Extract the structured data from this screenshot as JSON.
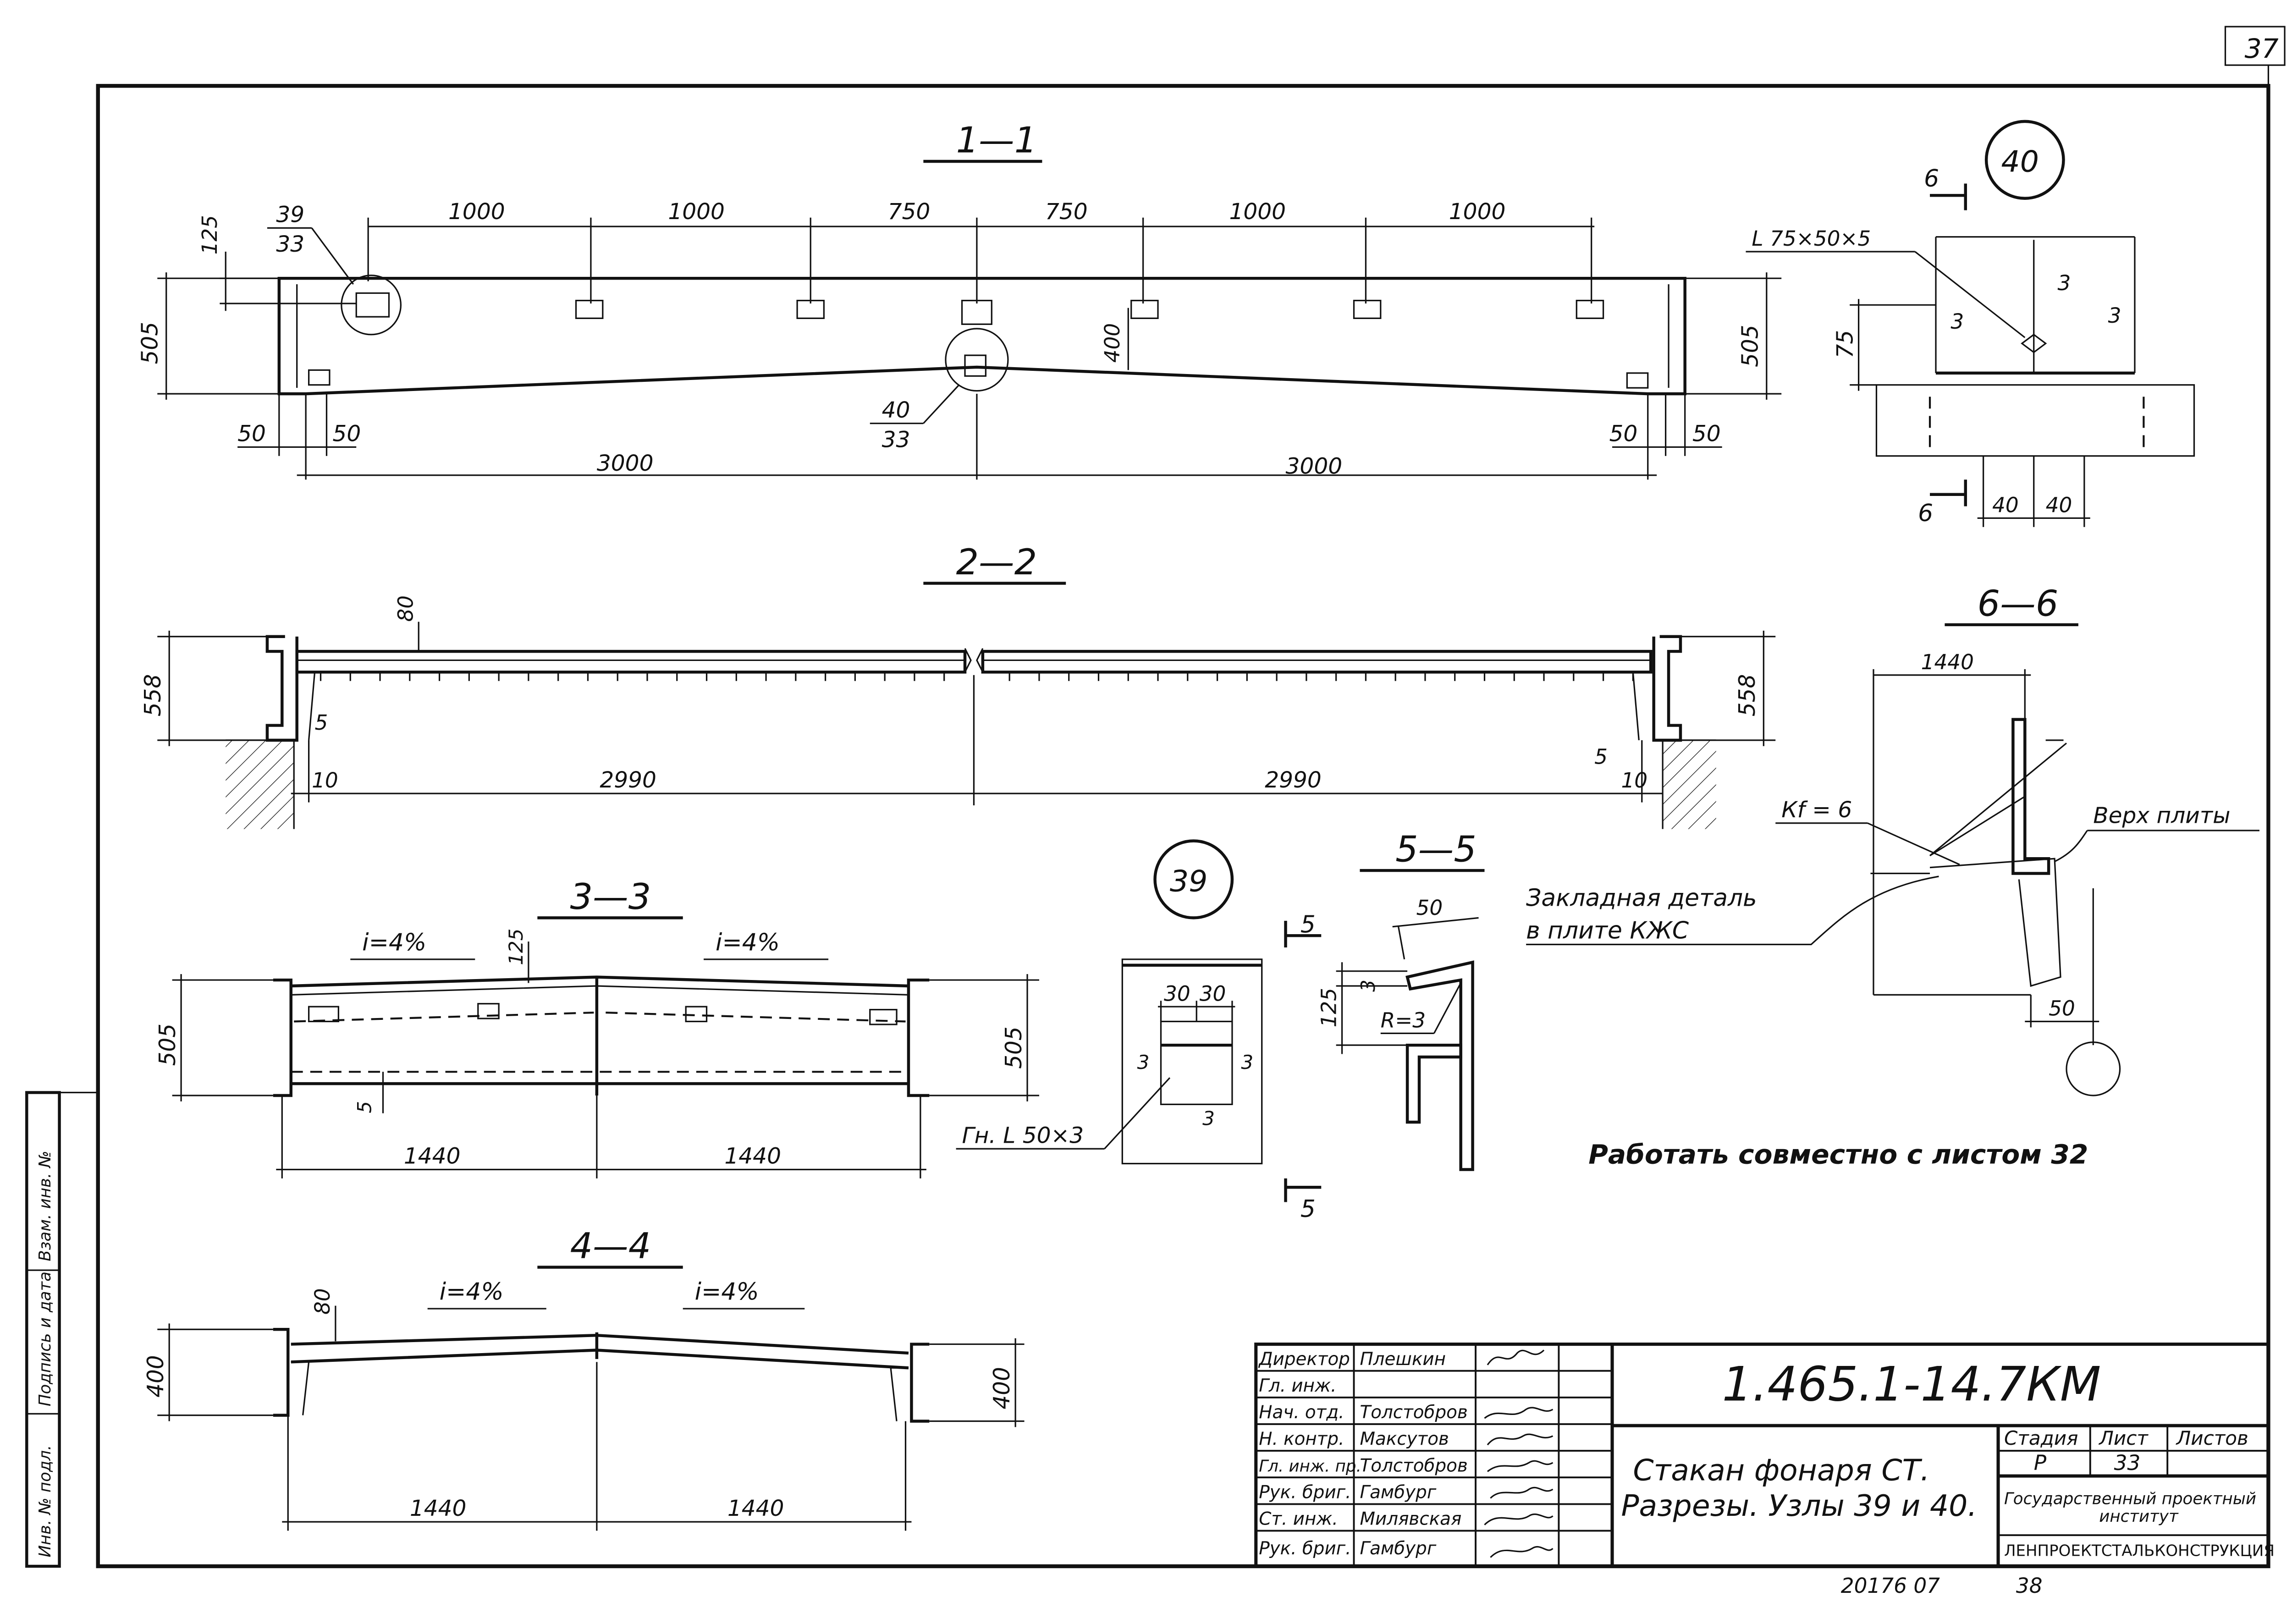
{
  "sheet": {
    "corner_number": "37",
    "work_together_note": "Работать совместно с листом 32"
  },
  "section_1_1": {
    "title": "1—1",
    "top_dims": [
      "1000",
      "1000",
      "750",
      "750",
      "1000",
      "1000"
    ],
    "height_left": "505",
    "height_right": "505",
    "offset_125": "125",
    "mid_height": "400",
    "node_39_ref": "39",
    "node_39_sheet": "33",
    "node_40_ref": "40",
    "node_40_sheet": "33",
    "edge_50_a": "50",
    "edge_50_b": "50",
    "edge_50_c": "50",
    "edge_50_d": "50",
    "span_left": "3000",
    "span_right": "3000"
  },
  "section_2_2": {
    "title": "2—2",
    "dim_80": "80",
    "height_left": "558",
    "height_right": "558",
    "gap_5_left": "5",
    "gap_5_right": "5",
    "bearing_10_left": "10",
    "bearing_10_right": "10",
    "span_left": "2990",
    "span_right": "2990"
  },
  "section_3_3": {
    "title": "3—3",
    "slope_left": "i=4%",
    "slope_right": "i=4%",
    "dim_125": "125",
    "height_left": "505",
    "height_right": "505",
    "dim_5": "5",
    "width_left": "1440",
    "width_right": "1440"
  },
  "section_4_4": {
    "title": "4—4",
    "dim_80": "80",
    "slope_left": "i=4%",
    "slope_right": "i=4%",
    "height_left": "400",
    "height_right": "400",
    "width_left": "1440",
    "width_right": "1440"
  },
  "node_39": {
    "circle_label": "39",
    "dim_30_a": "30",
    "dim_30_b": "30",
    "weld_3_left": "3",
    "weld_3_right": "3",
    "weld_3_bottom": "3",
    "angle_callout": "Гн. L 50×3"
  },
  "section_5_5": {
    "title": "5—5",
    "cut_mark_top": "5",
    "cut_mark_bottom": "5",
    "dim_50": "50",
    "dim_3": "3",
    "dim_125": "125",
    "radius": "R=3"
  },
  "node_40": {
    "circle_label": "40",
    "cut_mark_top": "6",
    "cut_mark_bottom": "6",
    "angle_callout": "L 75×50×5",
    "dim_75": "75",
    "weld_3_top": "3",
    "weld_3_left": "3",
    "weld_3_right": "3",
    "dim_40_a": "40",
    "dim_40_b": "40"
  },
  "section_6_6": {
    "title": "6—6",
    "dim_1440": "1440",
    "weld_kf": "Кf = 6",
    "top_of_slab": "Верх плиты",
    "embedded_part_line1": "Закладная деталь",
    "embedded_part_line2": "в плите КЖС",
    "dim_50": "50"
  },
  "side_stamp": {
    "cells": [
      "Инв. № подл.",
      "Подпись и дата",
      "Взам. инв. №"
    ]
  },
  "title_block": {
    "document_code": "1.465.1-14.7КМ",
    "title_line1": "Стакан фонаря СТ.",
    "title_line2": "Разрезы. Узлы 39 и 40.",
    "signatures": [
      {
        "role": "Директор",
        "name": "Плешкин"
      },
      {
        "role": "Гл. инж.",
        "name": ""
      },
      {
        "role": "Нач. отд.",
        "name": "Толстобров"
      },
      {
        "role": "Н. контр.",
        "name": "Максутов"
      },
      {
        "role": "Гл. инж. пр.",
        "name": "Толстобров"
      },
      {
        "role": "Рук. бриг.",
        "name": "Гамбург"
      },
      {
        "role": "Ст. инж.",
        "name": "Милявская"
      },
      {
        "role": "Рук. бриг.",
        "name": "Гамбург"
      }
    ],
    "stage_header": "Стадия",
    "sheet_header": "Лист",
    "sheets_header": "Листов",
    "stage_value": "Р",
    "sheet_value": "33",
    "sheets_value": "",
    "org_line1": "Государственный проектный",
    "org_line2": "институт",
    "org_line3": "ЛЕНПРОЕКТСТАЛЬКОНСТРУКЦИЯ"
  },
  "bottom": {
    "archive_number": "20176 07",
    "page_number": "38"
  }
}
